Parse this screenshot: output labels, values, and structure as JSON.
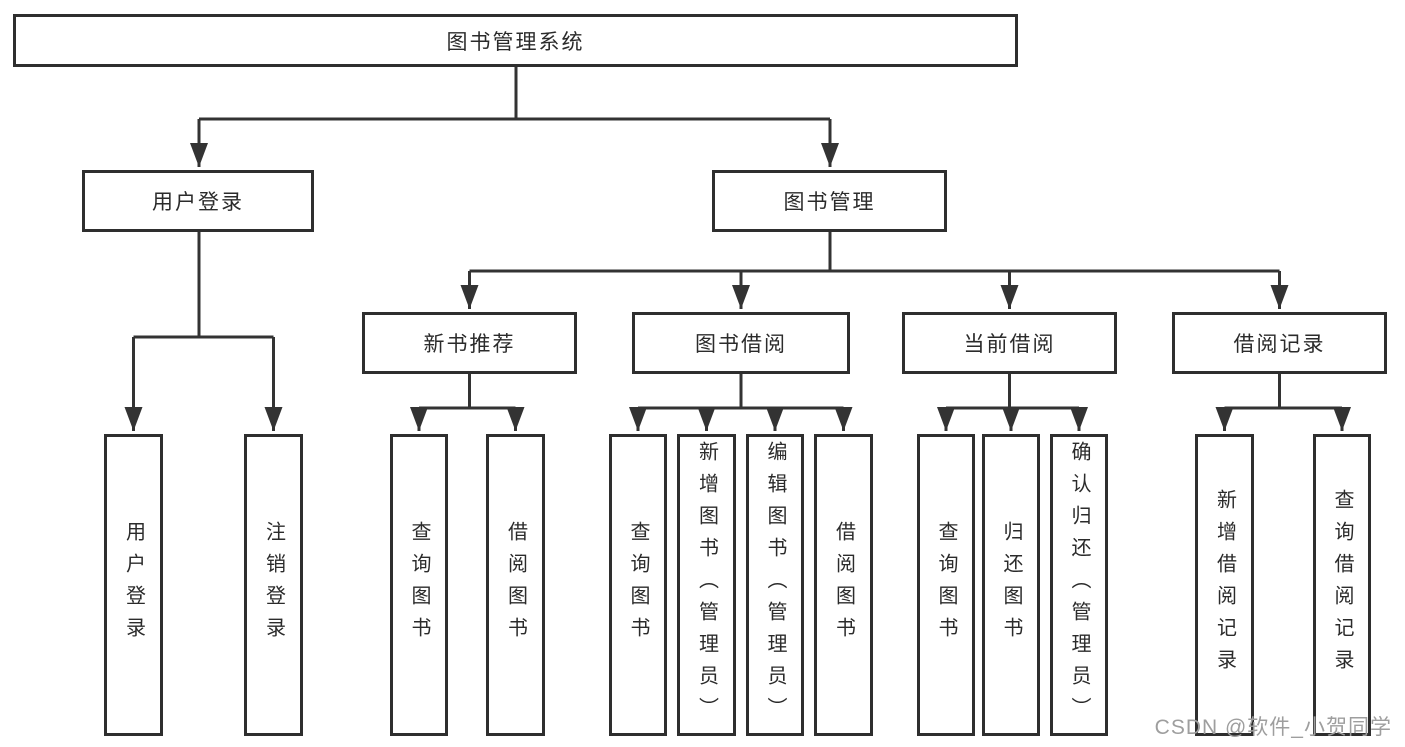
{
  "diagram_title": "图书管理系统",
  "nodes": {
    "root": "图书管理系统",
    "user_login": "用户登录",
    "book_mgmt": "图书管理",
    "new_book_rec": "新书推荐",
    "book_borrow": "图书借阅",
    "current_borrow": "当前借阅",
    "borrow_record": "借阅记录",
    "leaf_user_login": "用户登录",
    "leaf_logout": "注销登录",
    "leaf_rec_query_books": "查询图书",
    "leaf_rec_borrow_books": "借阅图书",
    "leaf_bor_query_books": "查询图书",
    "leaf_bor_add_books": "新增图书（管理员）",
    "leaf_bor_edit_books": "编辑图书（管理员）",
    "leaf_bor_borrow_books": "借阅图书",
    "leaf_cur_query_books": "查询图书",
    "leaf_cur_return_books": "归还图书",
    "leaf_cur_confirm_return": "确认归还（管理员）",
    "leaf_log_add_record": "新增借阅记录",
    "leaf_log_query_record": "查询借阅记录"
  },
  "watermark": "CSDN @软件_小贺同学",
  "colors": {
    "line": "#333333",
    "box_border": "#2e2e2e",
    "text": "#2b2b2b",
    "watermark": "#9e9e9e",
    "background": "#ffffff"
  }
}
